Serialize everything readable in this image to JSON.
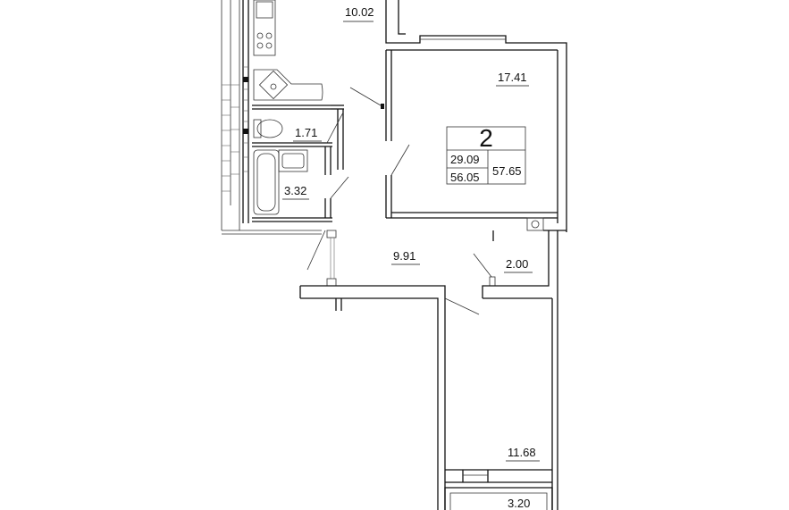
{
  "apartment": {
    "rooms_count": "2",
    "living_area": "29.09",
    "total_area_a": "56.05",
    "total_area_b": "57.65"
  },
  "rooms": {
    "kitchen": "10.02",
    "living_room": "17.41",
    "toilet": "1.71",
    "bathroom": "3.32",
    "hallway": "9.91",
    "storage": "2.00",
    "bedroom": "11.68",
    "balcony": "3.20"
  }
}
